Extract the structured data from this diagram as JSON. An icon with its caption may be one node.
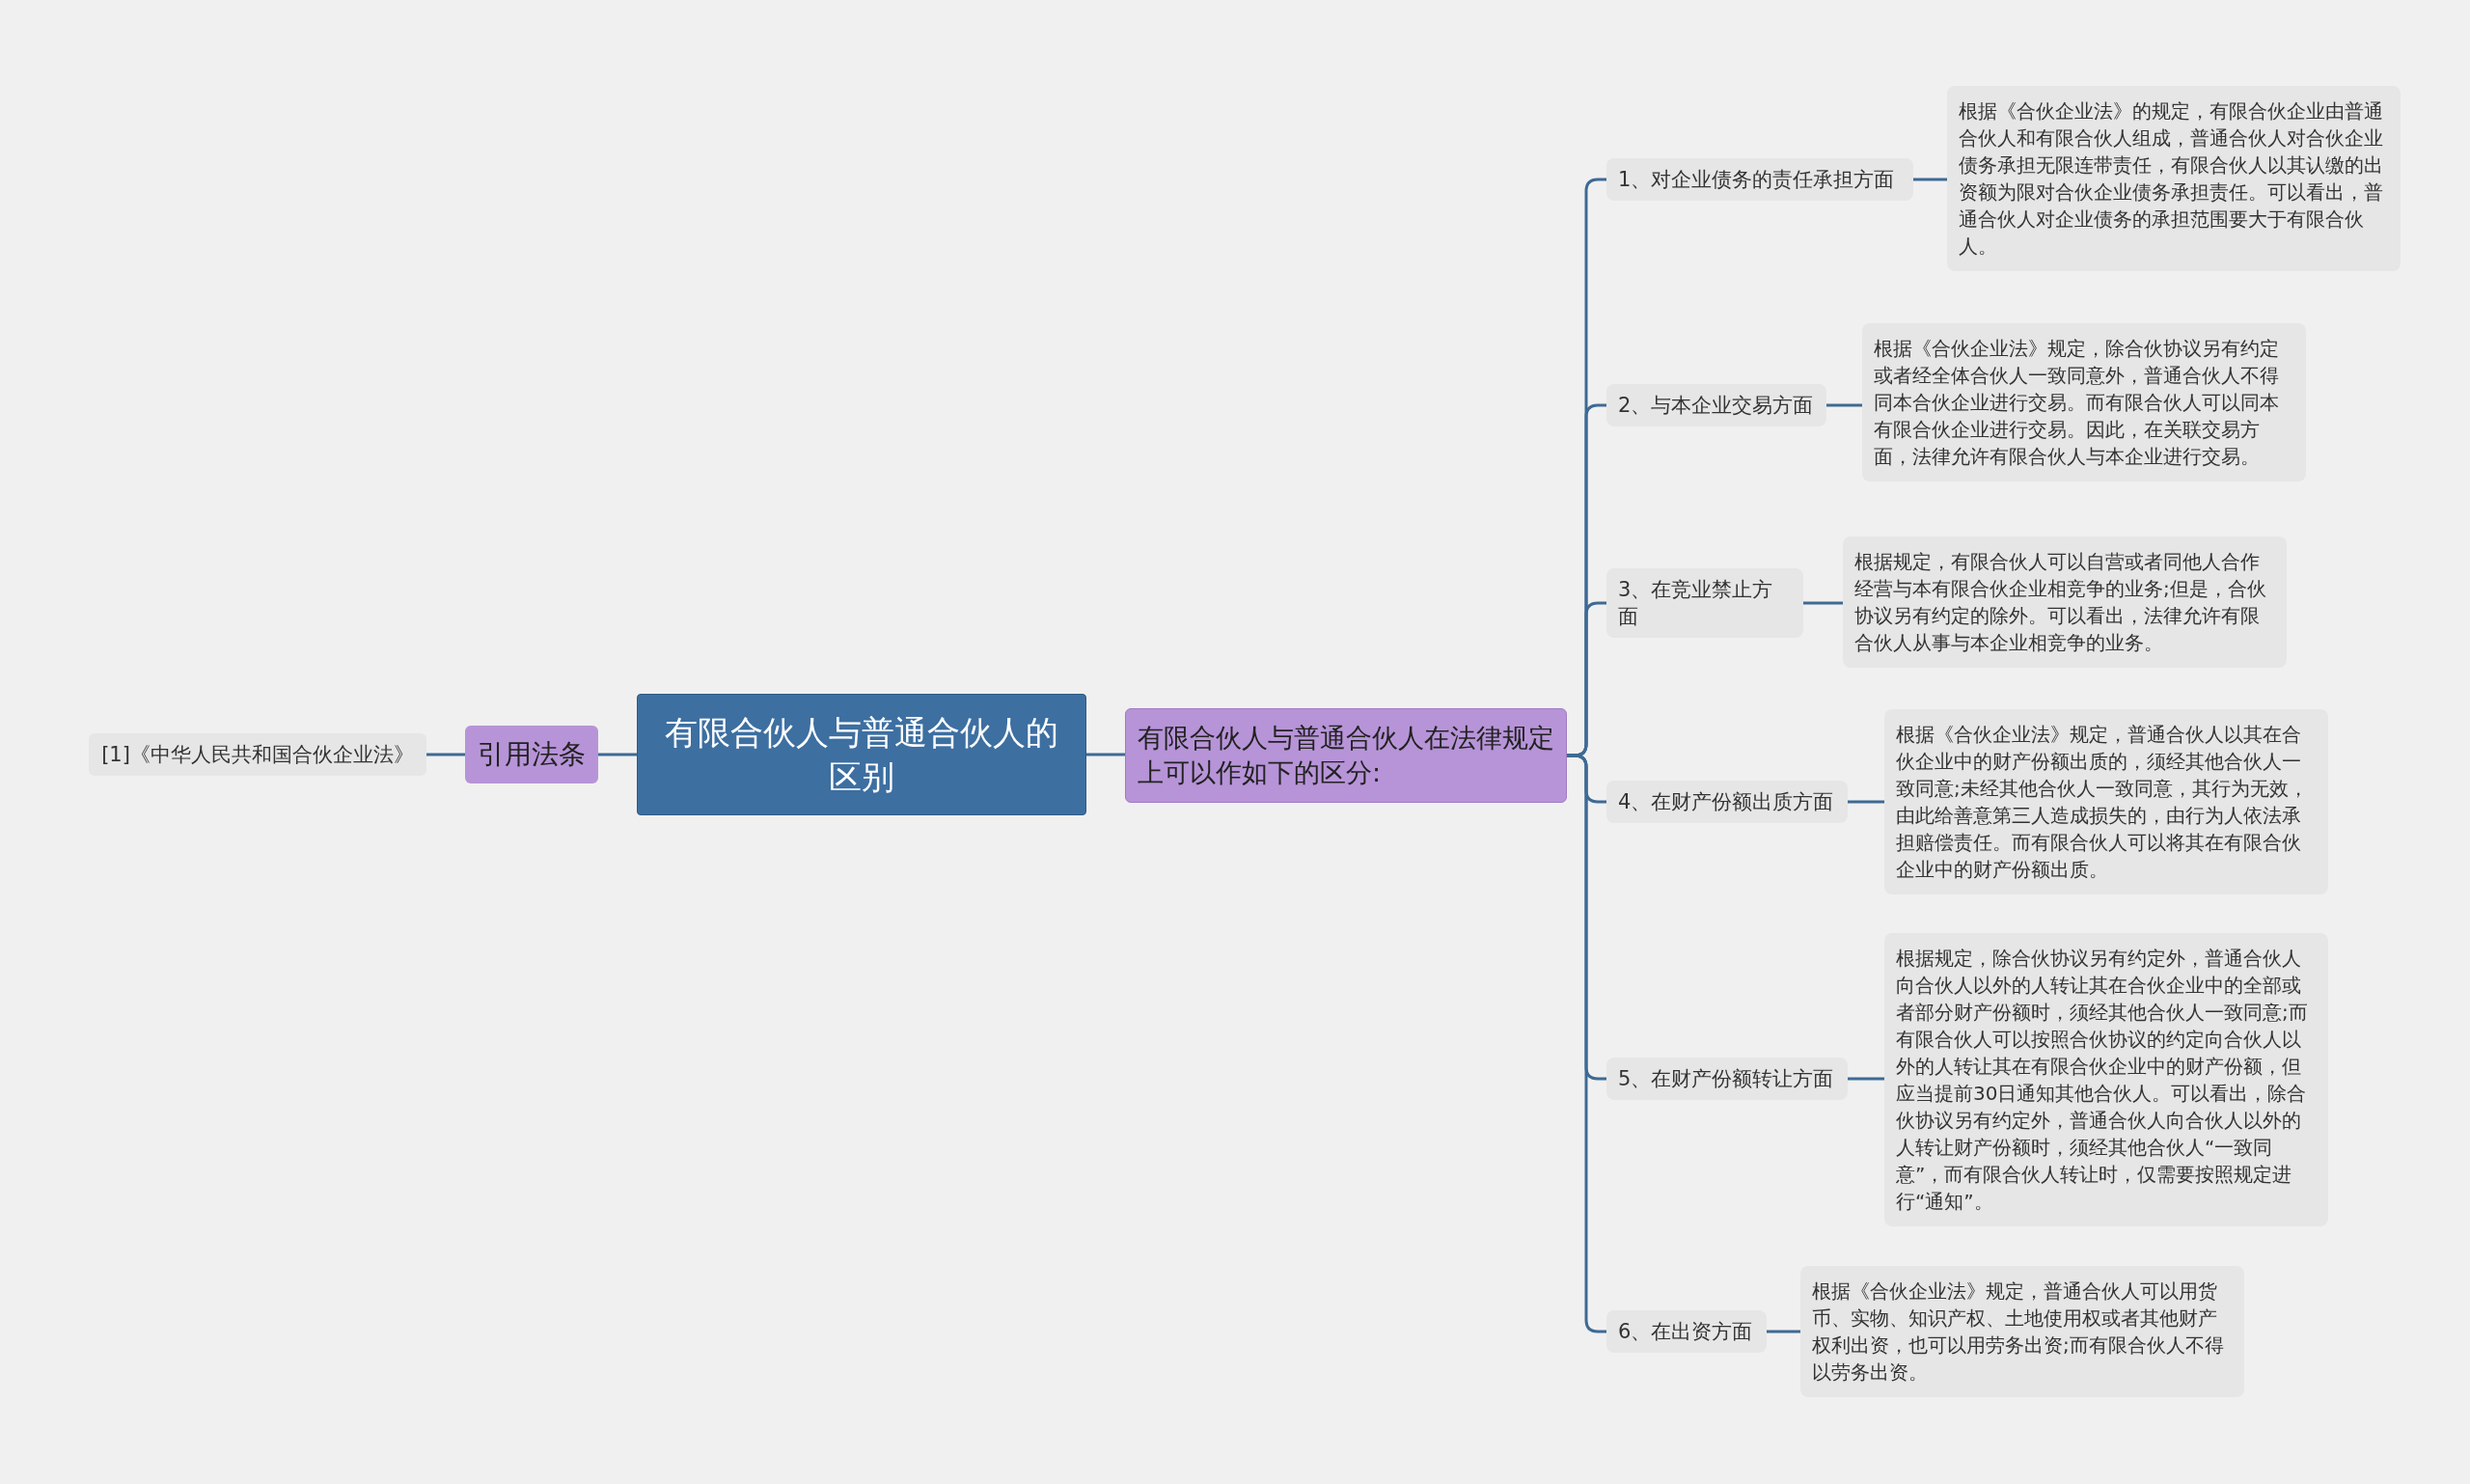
{
  "diagram": {
    "nodes": [
      {
        "text": [
          "有限合伙人与普通合伙人的区别"
        ]
      },
      {
        "text": [
          "引用法条"
        ]
      },
      {
        "text": [
          "[1]《中华人民共和国合伙企业法》"
        ]
      },
      {
        "text": [
          "有限合伙人与普通合伙人在法律规定上可以作如下的区分:"
        ]
      },
      {
        "text": [
          "1、对企业债务的责任承担方面"
        ]
      },
      {
        "text": [
          "根据《合伙企业法》的规定，有限合伙企业由普通合伙人和有限合伙人组成，普通合伙人对合伙企业债务承担无限连带责任，有限合伙人以其认缴的出资额为限对合伙企业债务承担责任。可以看出，普通合伙人对企业债务的承担范围要大于有限合伙人。"
        ]
      },
      {
        "text": [
          "2、与本企业交易方面"
        ]
      },
      {
        "text": [
          "根据《合伙企业法》规定，除合伙协议另有约定或者经全体合伙人一致同意外，普通合伙人不得同本合伙企业进行交易。而有限合伙人可以同本有限合伙企业进行交易。因此，在关联交易方面，法律允许有限合伙人与本企业进行交易。"
        ]
      },
      {
        "text": [
          "3、在竞业禁止方面"
        ]
      },
      {
        "text": [
          "根据规定，有限合伙人可以自营或者同他人合作经营与本有限合伙企业相竞争的业务;但是，合伙协议另有约定的除外。可以看出，法律允许有限合伙人从事与本企业相竞争的业务。"
        ]
      },
      {
        "text": [
          "4、在财产份额出质方面"
        ]
      },
      {
        "text": [
          "根据《合伙企业法》规定，普通合伙人以其在合伙企业中的财产份额出质的，须经其他合伙人一致同意;未经其他合伙人一致同意，其行为无效，由此给善意第三人造成损失的，由行为人依法承担赔偿责任。而有限合伙人可以将其在有限合伙企业中的财产份额出质。"
        ]
      },
      {
        "text": [
          "5、在财产份额转让方面"
        ]
      },
      {
        "text": [
          "根据规定，除合伙协议另有约定外，普通合伙人向合伙人以外的人转让其在合伙企业中的全部或者部分财产份额时，须经其他合伙人一致同意;而有限合伙人可以按照合伙协议的约定向合伙人以外的人转让其在有限合伙企业中的财产份额，但应当提前30日通知其他合伙人。可以看出，除合伙协议另有约定外，普通合伙人向合伙人以外的人转让财产份额时，须经其他合伙人“一致同意”，而有限合伙人转让时，仅需要按照规定进行“通知”。"
        ]
      },
      {
        "text": [
          "6、在出资方面"
        ]
      },
      {
        "text": [
          "根据《合伙企业法》规定，普通合伙人可以用货币、实物、知识产权、土地使用权或者其他财产权利出资，也可以用劳务出资;而有限合伙人不得以劳务出资。"
        ]
      }
    ],
    "edges": [
      {
        "from": 0,
        "to": 1,
        "arrow": "none"
      },
      {
        "from": 1,
        "to": 2,
        "arrow": "none"
      },
      {
        "from": 0,
        "to": 3,
        "arrow": "none"
      },
      {
        "from": 3,
        "to": 4,
        "arrow": "none"
      },
      {
        "from": 4,
        "to": 5,
        "arrow": "none"
      },
      {
        "from": 3,
        "to": 6,
        "arrow": "none"
      },
      {
        "from": 6,
        "to": 7,
        "arrow": "none"
      },
      {
        "from": 3,
        "to": 8,
        "arrow": "none"
      },
      {
        "from": 8,
        "to": 9,
        "arrow": "none"
      },
      {
        "from": 3,
        "to": 10,
        "arrow": "none"
      },
      {
        "from": 10,
        "to": 11,
        "arrow": "none"
      },
      {
        "from": 3,
        "to": 12,
        "arrow": "none"
      },
      {
        "from": 12,
        "to": 13,
        "arrow": "none"
      },
      {
        "from": 3,
        "to": 14,
        "arrow": "none"
      },
      {
        "from": 14,
        "to": 15,
        "arrow": "none"
      }
    ]
  }
}
